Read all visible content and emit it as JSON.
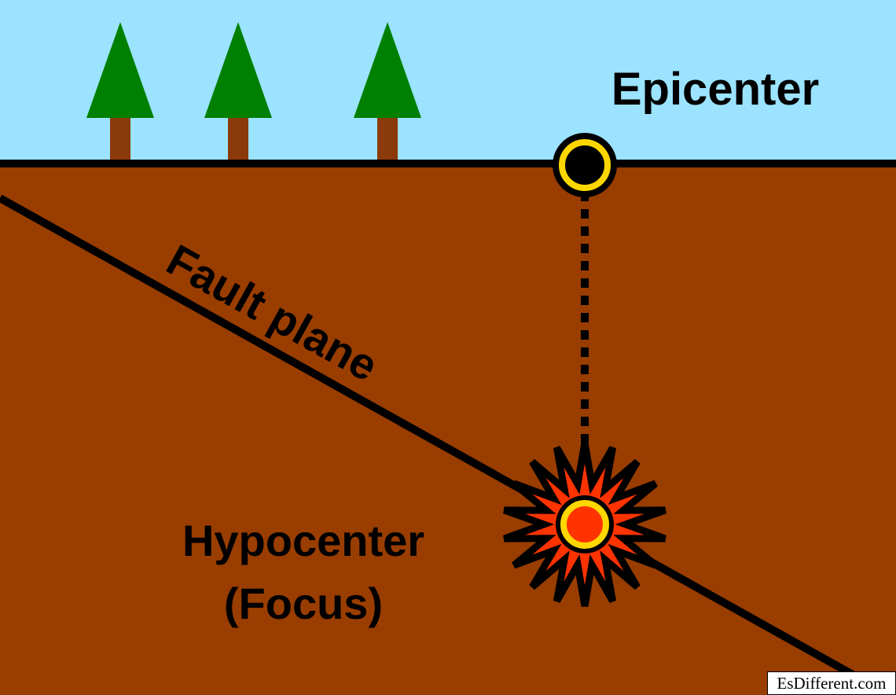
{
  "colors": {
    "sky": "#9BE3FF",
    "ground": "#993D00",
    "tree_foliage": "#008000",
    "tree_trunk": "#8B3A0A",
    "outline": "#000000",
    "ring": "#FFD700",
    "burst": "#FF3300"
  },
  "icons": {
    "tree": "pine-tree-icon",
    "epicenter_marker": "ring-marker-icon",
    "hypocenter_marker": "starburst-icon"
  },
  "labels": {
    "epicenter": "Epicenter",
    "fault_plane": "Fault plane",
    "hypocenter_line1": "Hypocenter",
    "hypocenter_line2": "(Focus)"
  },
  "watermark": "EsDifferent.com"
}
